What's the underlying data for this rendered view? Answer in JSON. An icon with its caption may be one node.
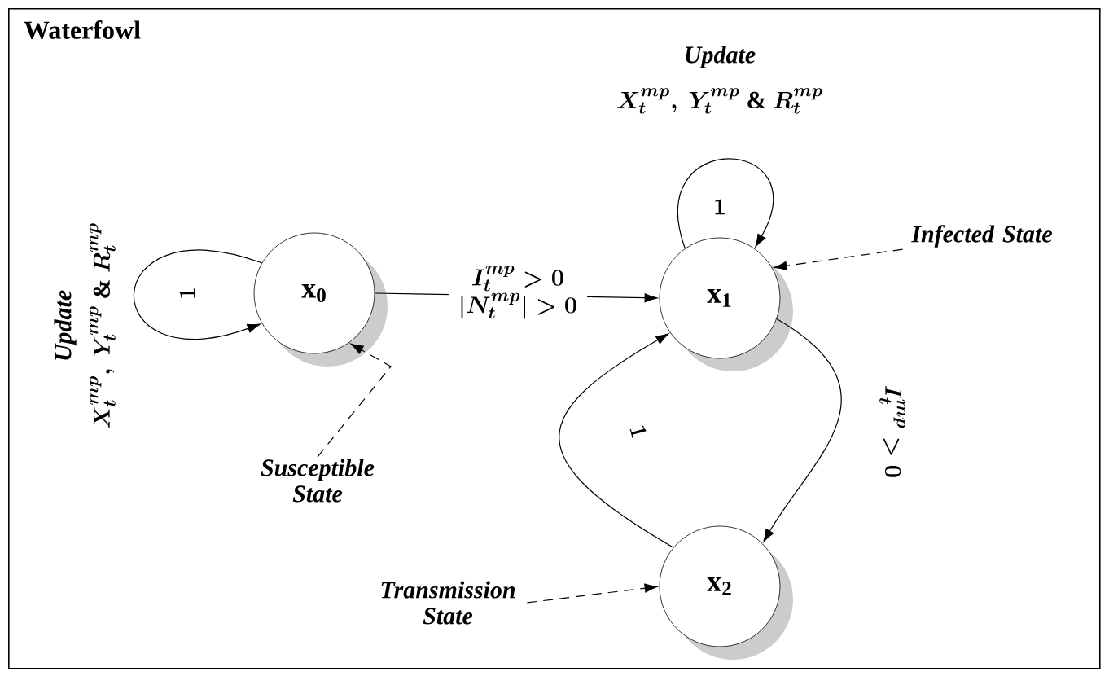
{
  "diagram": {
    "nodes": [
      {
        "text": [
          "Waterfowl"
        ]
      },
      {
        "text": [
          "x$_{0}$"
        ],
        "in": 0
      },
      {
        "text": [
          "x$_{1}$"
        ],
        "in": 0
      },
      {
        "text": [
          "x$_{2}$"
        ],
        "in": 0
      },
      {
        "text": [
          "Susceptible State"
        ],
        "in": 0
      },
      {
        "text": [
          "Infected State"
        ],
        "in": 0
      },
      {
        "text": [
          "Transmission State"
        ],
        "in": 0
      }
    ],
    "edges": [
      {
        "from": 1,
        "to": 1,
        "arrow": "to",
        "label": "1"
      },
      {
        "from": 1,
        "to": 2,
        "arrow": "to",
        "label": "\\begin{array}{c}I^{mp}_{t} > 0\\\\ |N^{mp}_{t}| > 0\\end{array}"
      },
      {
        "from": 2,
        "to": 2,
        "arrow": "to",
        "label": "1"
      },
      {
        "from": 2,
        "to": 3,
        "arrow": "to",
        "label": "I^{mp}_{t} > 0"
      },
      {
        "from": 3,
        "to": 2,
        "arrow": "to",
        "label": "1"
      },
      {
        "from": 4,
        "to": 1,
        "arrow": "to",
        "style": "dashed"
      },
      {
        "from": 5,
        "to": 2,
        "arrow": "to",
        "style": "dashed"
      },
      {
        "from": 6,
        "to": 3,
        "arrow": "to",
        "style": "dashed"
      }
    ],
    "labels": [
      "Update",
      "X^{mp}_{t},\\ Y^{mp}_{t}\\ \\&\\ R^{mp}_{t}",
      "Update",
      "X^{mp}_{t},\\ Y^{mp}_{t}\\ \\&\\ R^{mp}_{t}"
    ]
  }
}
